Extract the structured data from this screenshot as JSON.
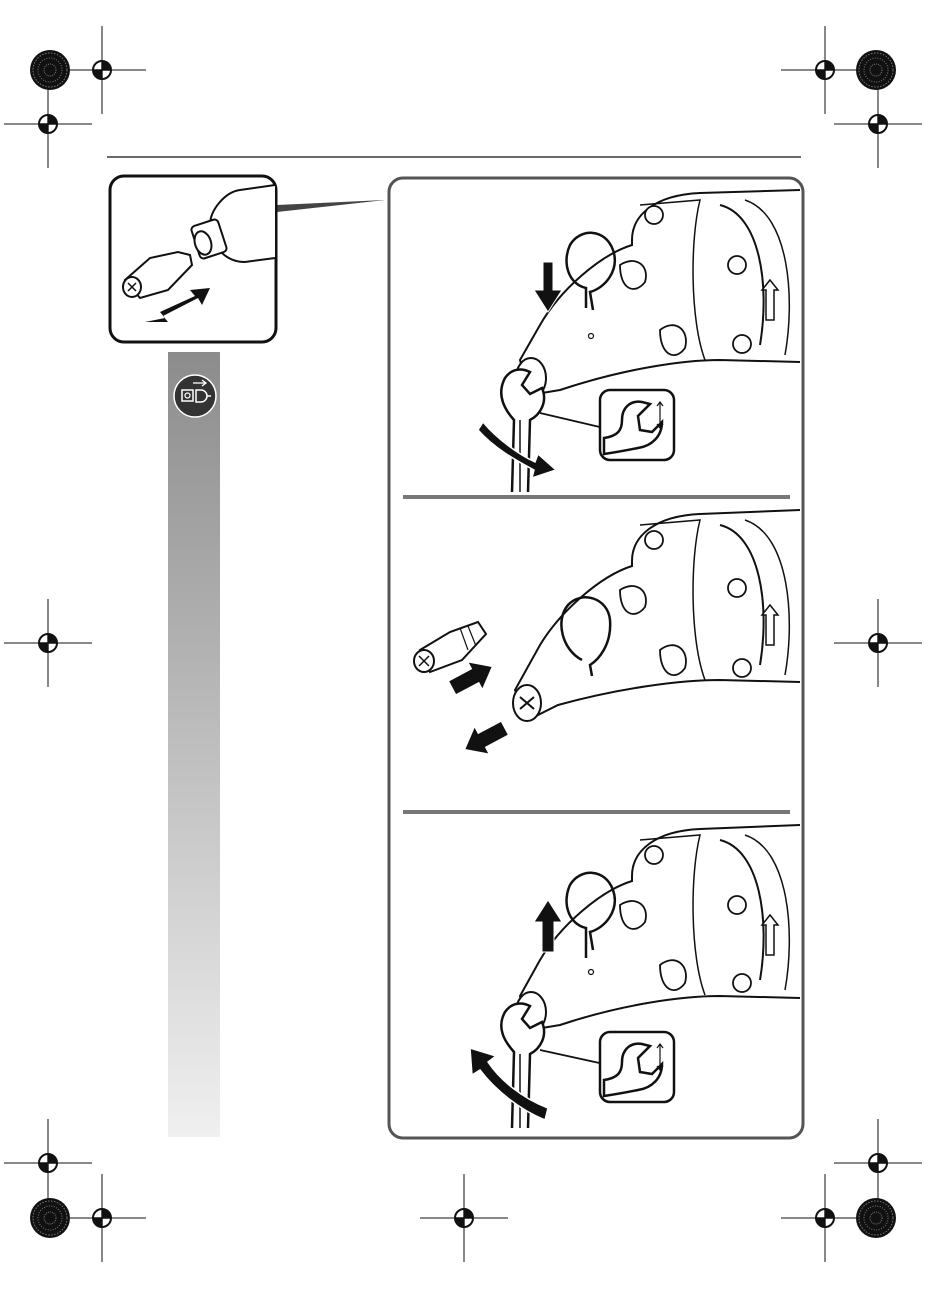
{
  "page": {
    "text": []
  },
  "icons": {
    "registration_mark": "crosshair-registration-icon",
    "color_bar": "radial-color-target-icon",
    "unplug": "unplug-before-work-icon",
    "wrench_size": "wrench-size-icon"
  },
  "colors": {
    "frame": "#555555",
    "sidebar_top": "#8c8c8c",
    "sidebar_bottom": "#efefef",
    "ink": "#111111"
  },
  "steps": [
    {
      "name": "loosen-collet-nut",
      "direction": "down-then-turn-clockwise"
    },
    {
      "name": "change-collet",
      "direction": "remove-and-insert"
    },
    {
      "name": "tighten-collet-nut",
      "direction": "up-then-turn-counterclockwise"
    }
  ]
}
